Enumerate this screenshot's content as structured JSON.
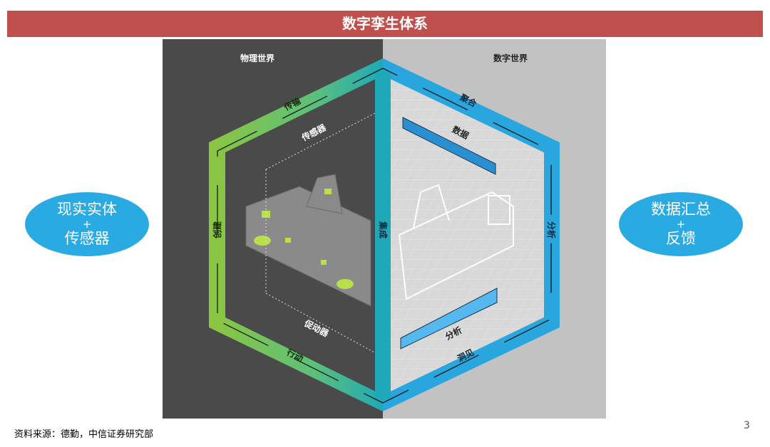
{
  "title": "数字孪生体系",
  "left_oval": {
    "line1": "现实实体",
    "plus": "+",
    "line2": "传感器"
  },
  "right_oval": {
    "line1": "数据汇总",
    "plus": "+",
    "line2": "反馈"
  },
  "diagram": {
    "physical_world": "物理世界",
    "digital_world": "数字世界",
    "cycle": {
      "transmit": "传输",
      "aggregate": "聚合",
      "create": "创建",
      "analyze": "分析",
      "act": "行动",
      "insight": "洞见",
      "integrate": "集成"
    },
    "inner": {
      "sensor": "传感器",
      "actuator": "促动器",
      "data": "数据",
      "analysis": "分析"
    },
    "colors": {
      "green": "#8dc63f",
      "teal": "#1fa9b8",
      "blue": "#2aa6df"
    }
  },
  "footnote": "资料来源：德勤，中信证券研究部",
  "page_number": "3"
}
